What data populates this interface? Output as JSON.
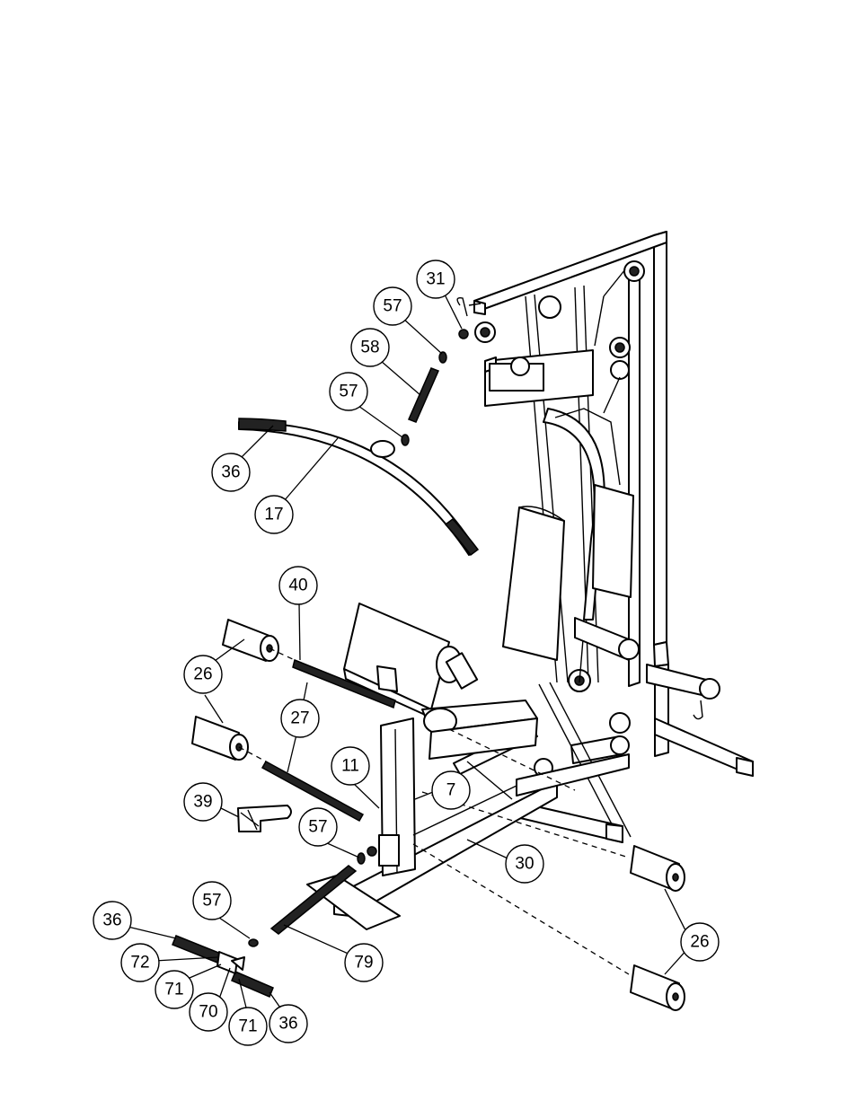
{
  "callouts": [
    {
      "id": "c31",
      "label": "31"
    },
    {
      "id": "c57a",
      "label": "57"
    },
    {
      "id": "c58",
      "label": "58"
    },
    {
      "id": "c57b",
      "label": "57"
    },
    {
      "id": "c36a",
      "label": "36"
    },
    {
      "id": "c17",
      "label": "17"
    },
    {
      "id": "c40",
      "label": "40"
    },
    {
      "id": "c26a",
      "label": "26"
    },
    {
      "id": "c27",
      "label": "27"
    },
    {
      "id": "c11",
      "label": "11"
    },
    {
      "id": "c7",
      "label": "7"
    },
    {
      "id": "c39",
      "label": "39"
    },
    {
      "id": "c57c",
      "label": "57"
    },
    {
      "id": "c30",
      "label": "30"
    },
    {
      "id": "c57d",
      "label": "57"
    },
    {
      "id": "c36b",
      "label": "36"
    },
    {
      "id": "c26b",
      "label": "26"
    },
    {
      "id": "c79",
      "label": "79"
    },
    {
      "id": "c72",
      "label": "72"
    },
    {
      "id": "c71a",
      "label": "71"
    },
    {
      "id": "c70",
      "label": "70"
    },
    {
      "id": "c71b",
      "label": "71"
    },
    {
      "id": "c36c",
      "label": "36"
    }
  ]
}
